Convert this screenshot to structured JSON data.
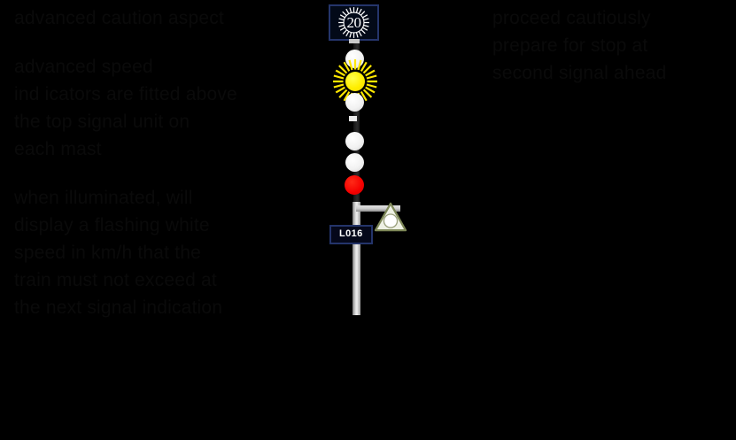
{
  "diagram": {
    "title": "advanced caution aspect",
    "left_notes": [
      {
        "id": "note-heading",
        "text": "advanced caution aspect"
      },
      {
        "id": "note-speed-signs",
        "text": "advanced speed\nind icators are fitted above\nthe top signal unit on\neach mast"
      },
      {
        "id": "note-flashing-white",
        "text": "when illuminated, will\ndisplay a flashing white\nspeed in km/h that the\ntrain must not exceed at\nthe next signal indication"
      }
    ],
    "right_notes": [
      {
        "id": "note-aspect-meaning",
        "text": "proceed cautiously\nprepare for stop at\nsecond signal ahead"
      }
    ],
    "signal": {
      "id_plate": "L016",
      "speed_sign": {
        "value": "20",
        "unit": "km/h",
        "state": "flashing",
        "border_color": "#25356b",
        "text_color": "#ffffff"
      },
      "lamps": [
        {
          "name": "lamp-upper-white-1",
          "color": "#f2f2f2",
          "state": "off",
          "label": "white"
        },
        {
          "name": "lamp-yellow-flashing",
          "color": "#ffee00",
          "state": "flashing",
          "label": "yellow"
        },
        {
          "name": "lamp-white-2",
          "color": "#f2f2f2",
          "state": "off",
          "label": "white"
        },
        {
          "name": "lamp-marker-white",
          "color": "#eaeaea",
          "state": "on",
          "label": "marker"
        },
        {
          "name": "lamp-white-3",
          "color": "#f2f2f2",
          "state": "off",
          "label": "white"
        },
        {
          "name": "lamp-white-4",
          "color": "#f2f2f2",
          "state": "off",
          "label": "white"
        },
        {
          "name": "lamp-red",
          "color": "#f40000",
          "state": "on",
          "label": "red"
        }
      ],
      "marker_board": {
        "shape": "triangle",
        "outline_color": "#8a9464",
        "fill_color": "#eef0e4",
        "inner": "circle"
      },
      "mast_color": "#d8d8d8"
    },
    "colors": {
      "background": "#000000",
      "text": "#0a0a0a",
      "accent_blue": "#25356b",
      "red": "#f40000",
      "yellow": "#ffee00",
      "white": "#f2f2f2"
    }
  }
}
